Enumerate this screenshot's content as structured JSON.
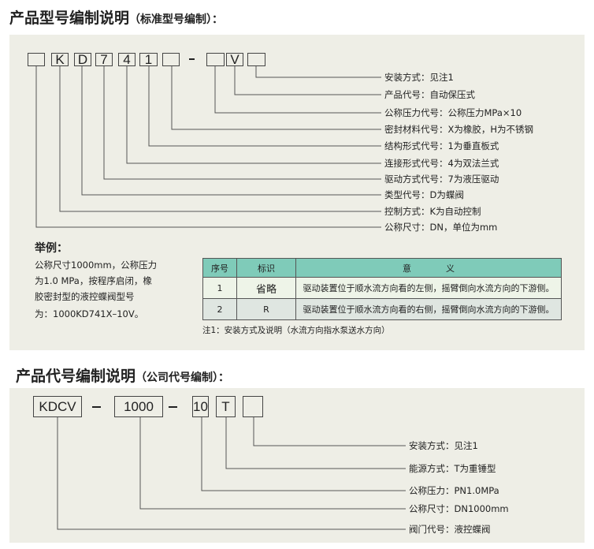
{
  "section1": {
    "title": "产品型号编制说明",
    "subtitle": "（标准型号编制）：",
    "code_boxes": [
      "",
      "K",
      "D",
      "7",
      "4",
      "1",
      "",
      "",
      "V",
      ""
    ],
    "dash": "–",
    "labels": [
      "安装方式：见注1",
      "产品代号：自动保压式",
      "公称压力代号：公称压力MPa×10",
      "密封材料代号：X为橡胶，H为不锈钢",
      "结构形式代号：1为垂直板式",
      "连接形式代号：4为双法兰式",
      "驱动方式代号：7为液压驱动",
      "类型代号：D为蝶阀",
      "控制方式：K为自动控制",
      "公称尺寸：DN，单位为mm"
    ],
    "example": {
      "title": "举例：",
      "lines": [
        "公称尺寸1000mm，公称压力",
        "为1.0 MPa，按程序启闭，橡",
        "胶密封型的液控蝶阀型号",
        "为：1000KD741X–10V。"
      ]
    },
    "table": {
      "headers": [
        "序号",
        "标识",
        "意　　　　义"
      ],
      "rows": [
        [
          "1",
          "省略",
          "驱动装置位于顺水流方向看的左侧，摇臂倒向水流方向的下游侧。"
        ],
        [
          "2",
          "R",
          "驱动装置位于顺水流方向看的右侧，摇臂倒向水流方向的下游侧。"
        ]
      ]
    },
    "note": "注1：安装方式及说明（水流方向指水泵送水方向）"
  },
  "section2": {
    "title": "产品代号编制说明",
    "subtitle": "（公司代号编制）：",
    "code_boxes": [
      "KDCV",
      "1000",
      "10",
      "T",
      ""
    ],
    "labels": [
      "安装方式：见注1",
      "能源方式：T为重锤型",
      "公称压力：PN1.0MPa",
      "公称尺寸：DN1000mm",
      "阀门代号：液控蝶阀"
    ]
  }
}
